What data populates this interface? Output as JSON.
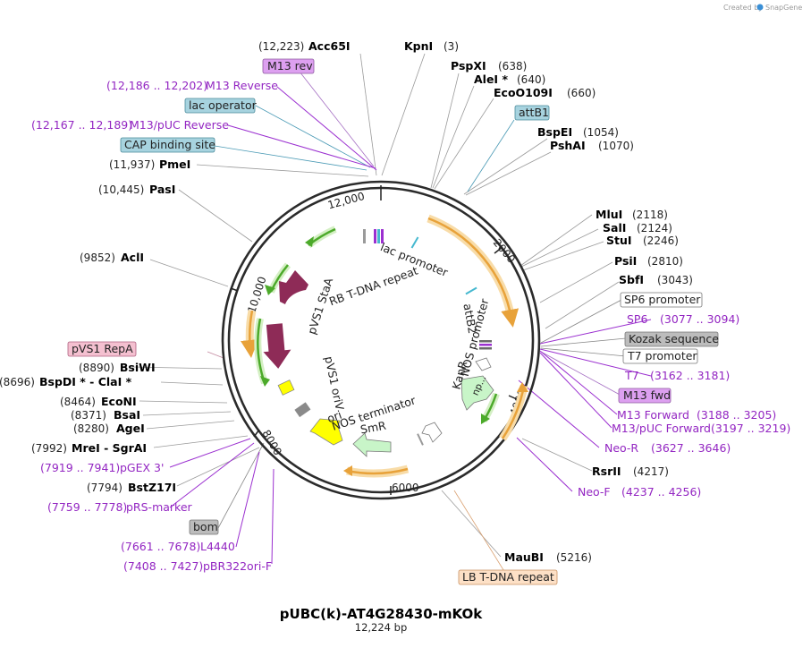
{
  "header": {
    "credit": "Created by",
    "brand": "SnapGene"
  },
  "plasmid": {
    "name": "pUBC(k)-AT4G28430-mKOk",
    "length": "12,224 bp"
  },
  "ruler_ticks": [
    "12,000",
    "2000",
    "4000",
    "6000",
    "8000",
    "10,000"
  ],
  "enzymes": {
    "acc65i": {
      "name": "Acc65I",
      "pos": "(12,223)"
    },
    "kpni": {
      "name": "KpnI",
      "pos": "(3)"
    },
    "pspxi": {
      "name": "PspXI",
      "pos": "(638)"
    },
    "alei": {
      "name": "AleI *",
      "pos": "(640)"
    },
    "eco0109i": {
      "name": "EcoO109I",
      "pos": "(660)"
    },
    "bspei": {
      "name": "BspEI",
      "pos": "(1054)"
    },
    "pshai": {
      "name": "PshAI",
      "pos": "(1070)"
    },
    "mlui": {
      "name": "MluI",
      "pos": "(2118)"
    },
    "sali": {
      "name": "SalI",
      "pos": "(2124)"
    },
    "stui": {
      "name": "StuI",
      "pos": "(2246)"
    },
    "psii": {
      "name": "PsiI",
      "pos": "(2810)"
    },
    "sbfi": {
      "name": "SbfI",
      "pos": "(3043)"
    },
    "rsrii": {
      "name": "RsrII",
      "pos": "(4217)"
    },
    "maubi": {
      "name": "MauBI",
      "pos": "(5216)"
    },
    "pmei": {
      "name": "PmeI",
      "pos": "(11,937)"
    },
    "pasi": {
      "name": "PasI",
      "pos": "(10,445)"
    },
    "acli": {
      "name": "AclI",
      "pos": "(9852)"
    },
    "bsiwi": {
      "name": "BsiWI",
      "pos": "(8890)"
    },
    "bspdi": {
      "name": "BspDI * - ClaI *",
      "pos": "(8696)"
    },
    "econi": {
      "name": "EcoNI",
      "pos": "(8464)"
    },
    "bsai": {
      "name": "BsaI",
      "pos": "(8371)"
    },
    "agei": {
      "name": "AgeI",
      "pos": "(8280)"
    },
    "mrei": {
      "name": "MreI - SgrAI",
      "pos": "(7992)"
    },
    "bstz17i": {
      "name": "BstZ17I",
      "pos": "(7794)"
    }
  },
  "primers": {
    "m13rev": {
      "name": "M13 Reverse",
      "range": "(12,186 .. 12,202)"
    },
    "m13puc_rev": {
      "name": "M13/pUC Reverse",
      "range": "(12,167 .. 12,189)"
    },
    "sp6": {
      "name": "SP6",
      "range": "(3077 .. 3094)"
    },
    "t7": {
      "name": "T7",
      "range": "(3162 .. 3181)"
    },
    "m13fwd": {
      "name": "M13 Forward",
      "range": "(3188 .. 3205)"
    },
    "m13puc_fwd": {
      "name": "M13/pUC Forward",
      "range": "(3197 .. 3219)"
    },
    "neor": {
      "name": "Neo-R",
      "range": "(3627 .. 3646)"
    },
    "neof": {
      "name": "Neo-F",
      "range": "(4237 .. 4256)"
    },
    "pgex3": {
      "name": "pGEX 3'",
      "range": "(7919 .. 7941)"
    },
    "prs": {
      "name": "pRS-marker",
      "range": "(7759 .. 7778)"
    },
    "l4440": {
      "name": "L4440",
      "range": "(7661 .. 7678)"
    },
    "pbr322": {
      "name": "pBR322ori-F",
      "range": "(7408 .. 7427)"
    }
  },
  "boxed_features": {
    "m13rev_box": "M13 rev",
    "lac_operator": "lac operator",
    "cap_site": "CAP binding site",
    "attb1": "attB1",
    "sp6_promoter": "SP6 promoter",
    "kozak": "Kozak sequence",
    "t7_promoter": "T7 promoter",
    "m13fwd_box": "M13 fwd",
    "pvs1_repa": "pVS1 RepA",
    "bom": "bom",
    "lb_repeat": "LB T-DNA repeat"
  },
  "inner_labels": {
    "lac_promoter": "lac promoter",
    "rb_repeat": "RB T-DNA repeat",
    "pvs1_staa": "pVS1 StaA",
    "pvs1_oriv": "pVS1 oriV",
    "attb2": "attB2",
    "nos_promoter": "NOS promoter",
    "kanr": "KanR",
    "npt": "np...",
    "nos_terminator": "NOS terminator",
    "ori": "ori",
    "smr": "SmR"
  },
  "colors": {
    "backbone": "#2b2b2b",
    "primer": "#9326c2",
    "orange_feature": "#e8a23a",
    "green_feature": "#4caa2a",
    "staa": "#8e2b57",
    "ori": "#ffff00",
    "smr": "#c8f5c8",
    "attb_blue": "#45b8cf",
    "box_blue": "#a7d3df",
    "box_purple": "#dda0f0",
    "box_pink": "#f4c0d0",
    "box_grey": "#bcbcbc",
    "box_peach": "#fde0c6"
  }
}
